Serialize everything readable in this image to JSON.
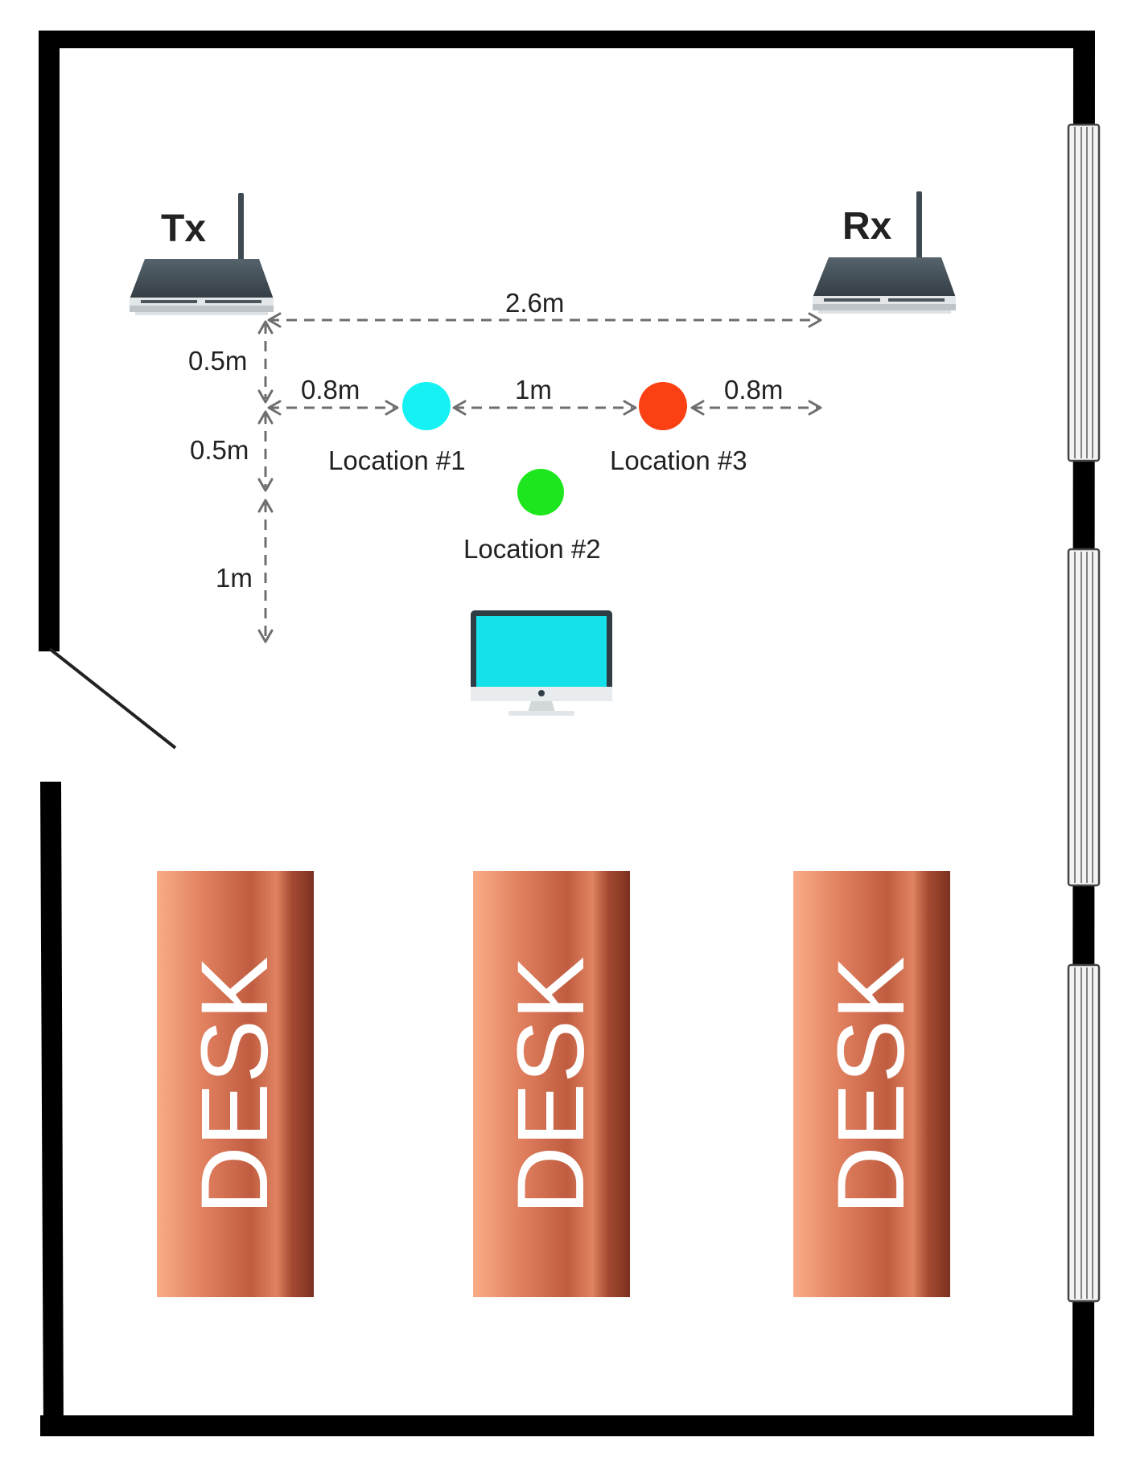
{
  "devices": {
    "tx_label": "Tx",
    "rx_label": "Rx"
  },
  "dimensions": {
    "tx_rx": "2.6m",
    "tx_to_row_vertical": "0.5m",
    "row_to_loc2_vertical": "0.5m",
    "loc2_to_monitor_vertical": "1m",
    "tx_to_loc1": "0.8m",
    "loc1_to_loc3": "1m",
    "loc3_to_rx": "0.8m"
  },
  "locations": [
    {
      "label": "Location #1",
      "color": "#16f2f4"
    },
    {
      "label": "Location #2",
      "color": "#1ee61e"
    },
    {
      "label": "Location #3",
      "color": "#fb4114"
    }
  ],
  "desks": [
    {
      "label": "DESK"
    },
    {
      "label": "DESK"
    },
    {
      "label": "DESK"
    }
  ],
  "icons": {
    "router": "router-icon",
    "monitor": "monitor-icon",
    "door": "door-icon",
    "window": "window-icon"
  },
  "colors": {
    "wall": "#000000",
    "arrow": "#6f6f6f",
    "router_body": "#3e4a52",
    "monitor_screen": "#14e1ea",
    "desk_light": "#f7a07c",
    "desk_dark": "#a6472f"
  }
}
